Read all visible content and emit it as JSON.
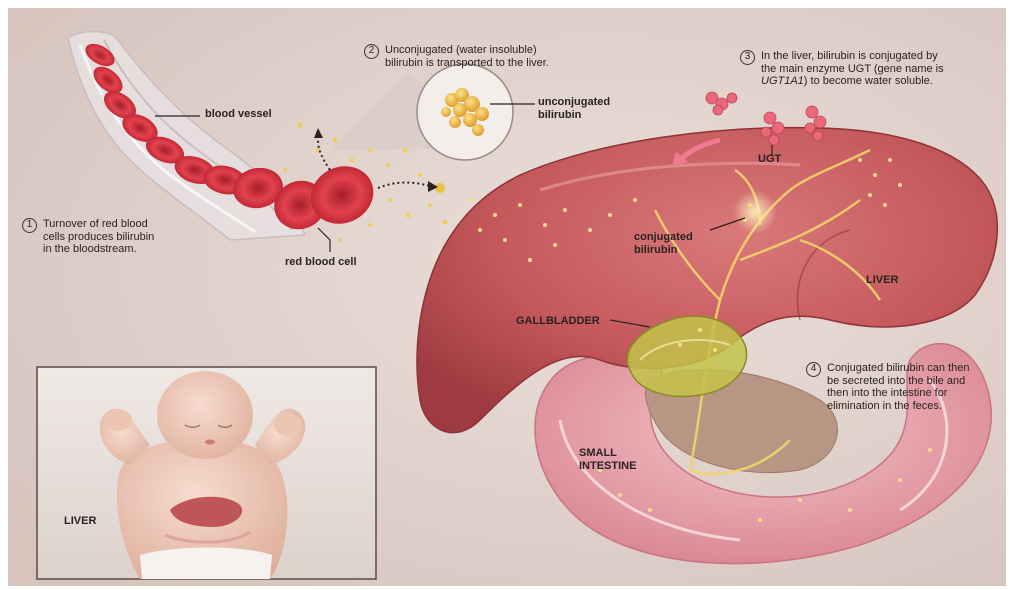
{
  "colors": {
    "background": "#e6d9d3",
    "blood_cell": "#d8333f",
    "liver": "#c85a5c",
    "intestine": "#e7a0aa",
    "bilirubin": "#f0c24a",
    "gallbladder": "#b8b93c"
  },
  "labels": {
    "blood_vessel": "blood vessel",
    "red_blood_cell": "red blood cell",
    "unconjugated_bilirubin": "unconjugated\nbilirubin",
    "ugt": "UGT",
    "conjugated_bilirubin": "conjugated\nbilirubin",
    "liver": "LIVER",
    "gallbladder": "GALLBLADDER",
    "small_intestine": "SMALL\nINTESTINE",
    "inset_liver": "LIVER"
  },
  "steps": [
    {
      "number": "1",
      "text": "Turnover of red blood\ncells produces bilirubin\nin the bloodstream."
    },
    {
      "number": "2",
      "text": "Unconjugated (water insoluble)\nbilirubin is transported to the liver."
    },
    {
      "number": "3",
      "text_before": "In the liver, bilirubin is conjugated by\nthe main enzyme UGT (gene name is\n",
      "text_gene": "UGT1A1",
      "text_after": ") to become water soluble."
    },
    {
      "number": "4",
      "text": "Conjugated bilirubin can then\nbe secreted into the bile and\nthen into the intestine for\nelimination in the feces."
    }
  ]
}
